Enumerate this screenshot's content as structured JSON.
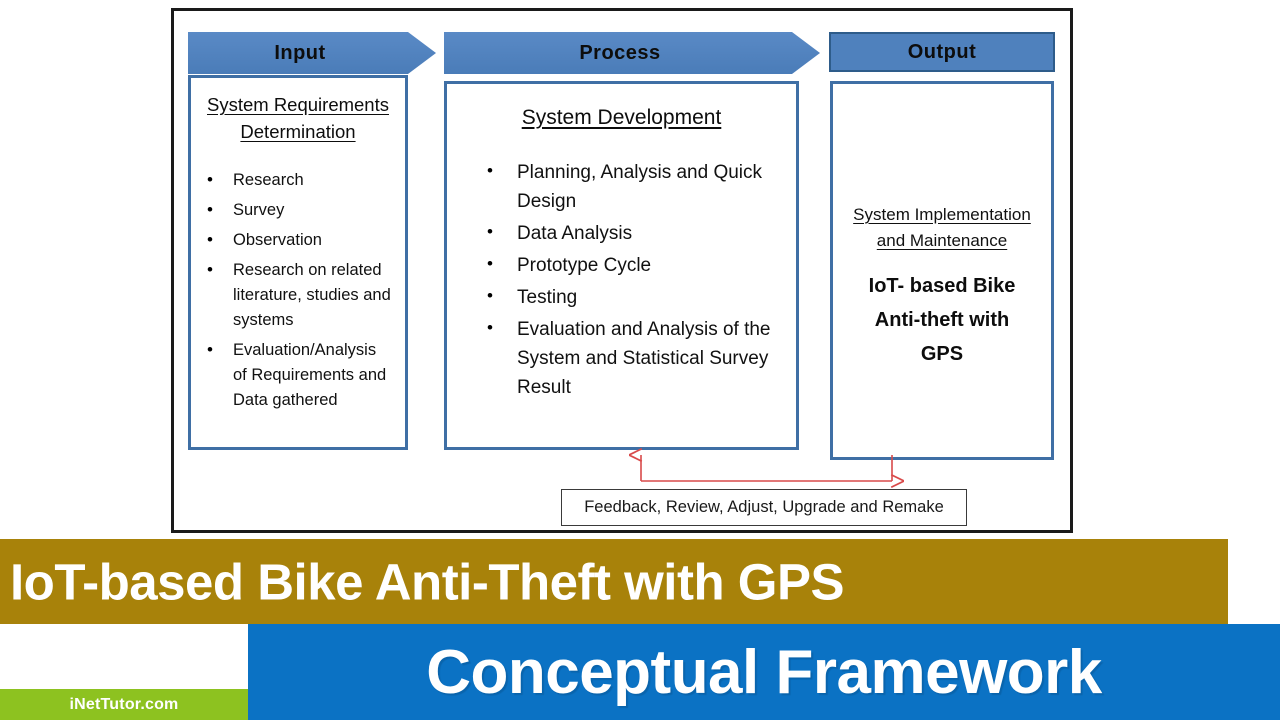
{
  "diagram": {
    "columns": [
      {
        "header": "Input",
        "header_shape": "arrow",
        "title": "System Requirements Determination",
        "items": [
          "Research",
          "Survey",
          "Observation",
          "Research on related literature, studies and systems",
          "Evaluation/Analysis of Requirements and Data gathered"
        ]
      },
      {
        "header": "Process",
        "header_shape": "arrow",
        "title": "System Development",
        "items": [
          "Planning, Analysis and Quick Design",
          "Data Analysis",
          "Prototype Cycle",
          "Testing",
          "Evaluation and Analysis of the System and Statistical Survey Result"
        ]
      },
      {
        "header": "Output",
        "header_shape": "rectangle",
        "subtitle": "System Implementation and Maintenance",
        "result": "IoT- based Bike Anti-theft with GPS"
      }
    ],
    "feedback": "Feedback, Review, Adjust, Upgrade and Remake"
  },
  "banner": {
    "title": "IoT-based Bike Anti-Theft with GPS",
    "subtitle": "Conceptual Framework",
    "brand": "iNetTutor.com"
  },
  "colors": {
    "gold": "#A8820A",
    "blue": "#0B72C4",
    "green": "#8DC220",
    "header_blue": "#4F81BD",
    "box_border": "#3F6FA5",
    "arrow_red": "#D94A4A"
  }
}
